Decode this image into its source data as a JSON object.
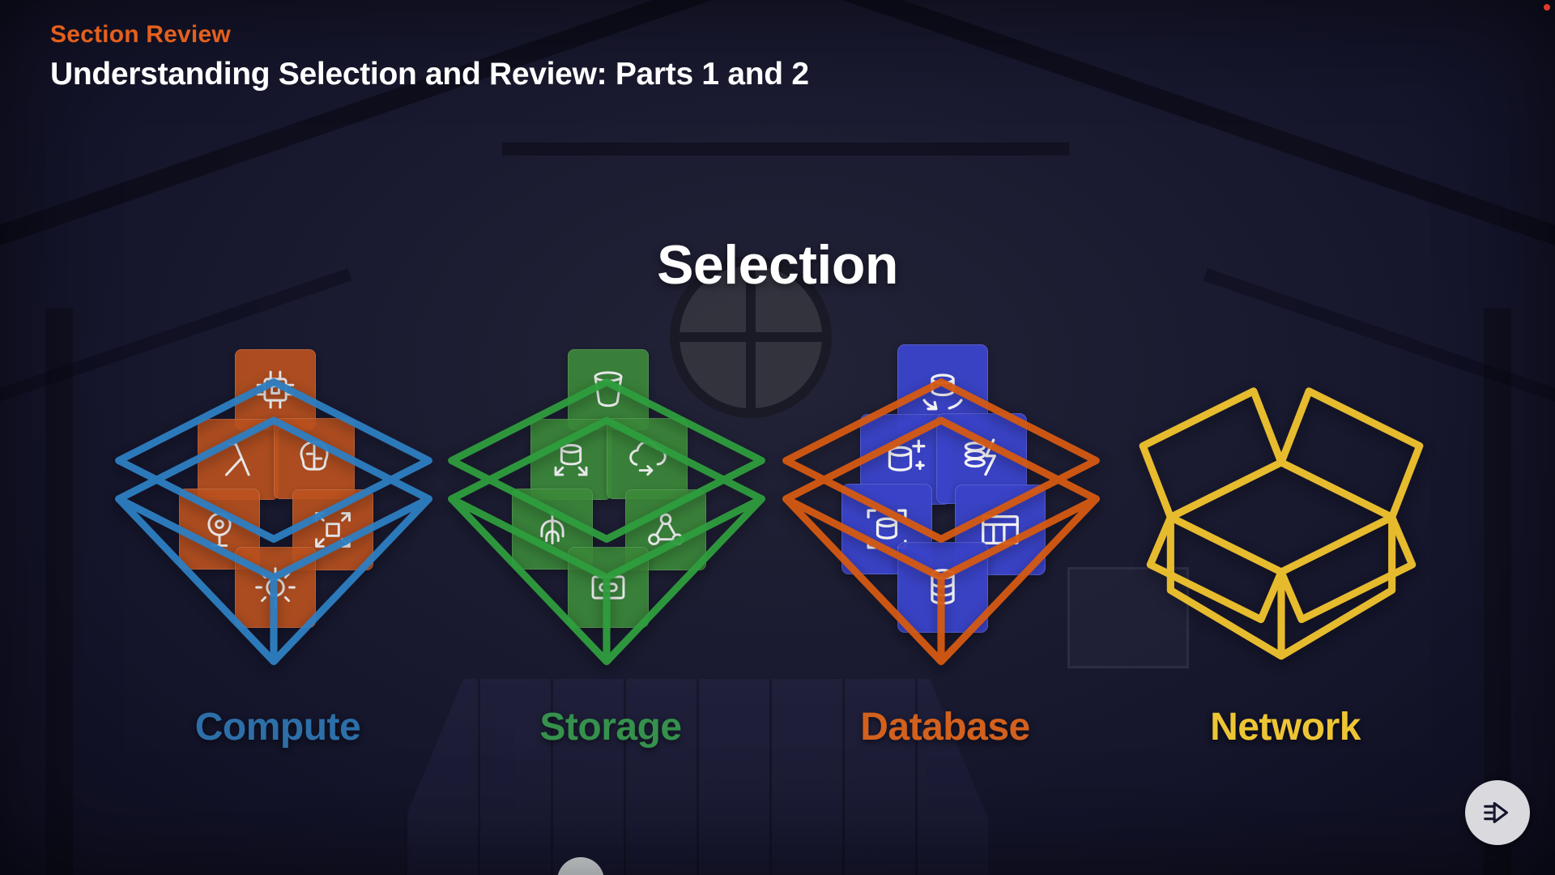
{
  "colors": {
    "background": "#15152b",
    "kicker_accent": "#e3601d",
    "heading_text": "#ffffff",
    "title_text": "#ffffff"
  },
  "header": {
    "kicker": "Section Review",
    "title": "Understanding Selection and Review: Parts 1 and 2"
  },
  "slide": {
    "heading": "Selection"
  },
  "categories": [
    {
      "label": "Compute",
      "label_color": "#2d6fa8",
      "box_color": "#2e7fc2",
      "tile_color": "#bc521f",
      "box_style": "open-box-flat",
      "icons": [
        "cpu-chip-icon",
        "lambda-icon",
        "ml-brain-icon",
        "geo-pin-icon",
        "auto-scaling-icon",
        "gear-icon"
      ]
    },
    {
      "label": "Storage",
      "label_color": "#35914b",
      "box_color": "#2f9e3e",
      "tile_color": "#3c8a3a",
      "box_style": "open-box-flat",
      "icons": [
        "bucket-icon",
        "volume-resize-icon",
        "cloud-sync-icon",
        "root-tree-icon",
        "nodes-link-icon",
        "tape-archive-icon"
      ]
    },
    {
      "label": "Database",
      "label_color": "#d2611d",
      "box_color": "#d55a12",
      "tile_color": "#3b44c9",
      "box_style": "open-box-flat",
      "icons": [
        "db-sync-icon",
        "db-sparkle-icon",
        "db-lightning-icon",
        "db-expand-icon",
        "table-grid-icon",
        "db-stack-icon"
      ]
    },
    {
      "label": "Network",
      "label_color": "#edc534",
      "box_color": "#f2c52f",
      "tile_color": "",
      "box_style": "open-box-up",
      "icons": []
    }
  ],
  "footer": {
    "brand_icon": "pluralsight-play-icon"
  },
  "indicators": {
    "recording_dot_color": "#e03a28"
  }
}
